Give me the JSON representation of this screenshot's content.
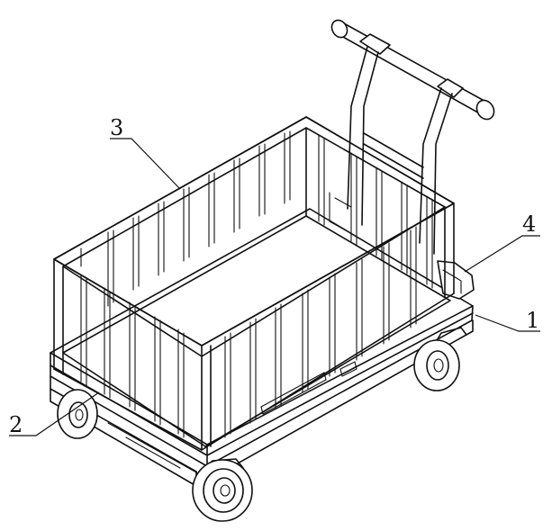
{
  "callouts": [
    {
      "id": "c1",
      "text": "1"
    },
    {
      "id": "c2",
      "text": "2"
    },
    {
      "id": "c3",
      "text": "3"
    },
    {
      "id": "c4",
      "text": "4"
    }
  ],
  "colors": {
    "line": "#111111",
    "background": "#ffffff"
  }
}
